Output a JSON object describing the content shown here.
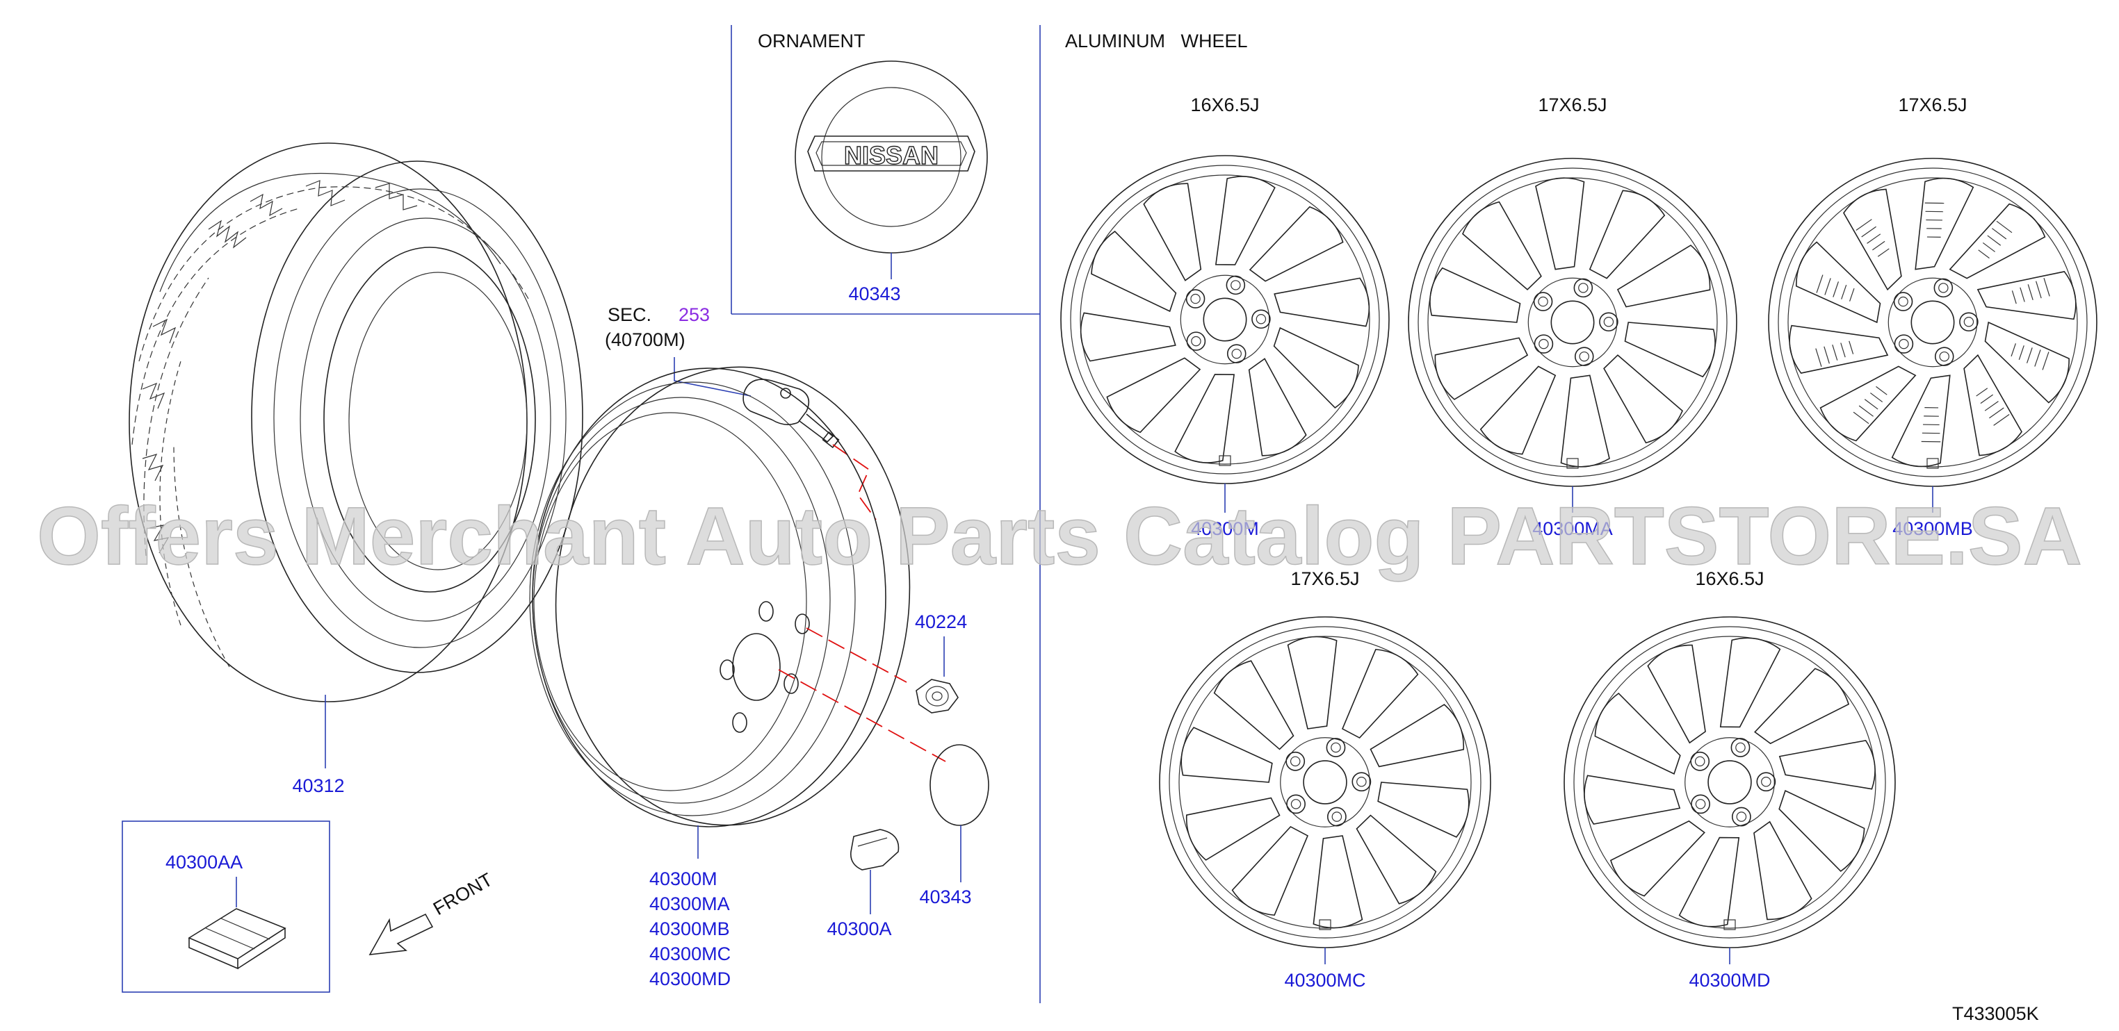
{
  "sections": {
    "ornament_title": "ORNAMENT",
    "aluminum_title": "ALUMINUM   WHEEL",
    "sec_prefix": "SEC.",
    "sec_number": "253",
    "sec_sub": "(40700M)",
    "front_label": "FRONT"
  },
  "ornament": {
    "logo_text": "NISSAN",
    "part_no": "40343"
  },
  "parts": {
    "tire": "40312",
    "wheel_list": [
      "40300M",
      "40300MA",
      "40300MB",
      "40300MC",
      "40300MD"
    ],
    "nut": "40224",
    "cap": "40343",
    "weight_clip": "40300A",
    "balance_weight": "40300AA"
  },
  "wheels": [
    {
      "size": "16X6.5J",
      "part": "40300M"
    },
    {
      "size": "17X6.5J",
      "part": "40300MA"
    },
    {
      "size": "17X6.5J",
      "part": "40300MB"
    },
    {
      "size": "17X6.5J",
      "part": "40300MC"
    },
    {
      "size": "16X6.5J",
      "part": "40300MD"
    }
  ],
  "diagram_code": "T433005K",
  "watermark": "Offers Merchant Auto Parts Catalog PARTSTORE.SA",
  "colors": {
    "part_number": "#1a1ad6",
    "leader": "#2b3fb3",
    "reference": "#8a2be2",
    "guide": "#e01010"
  }
}
